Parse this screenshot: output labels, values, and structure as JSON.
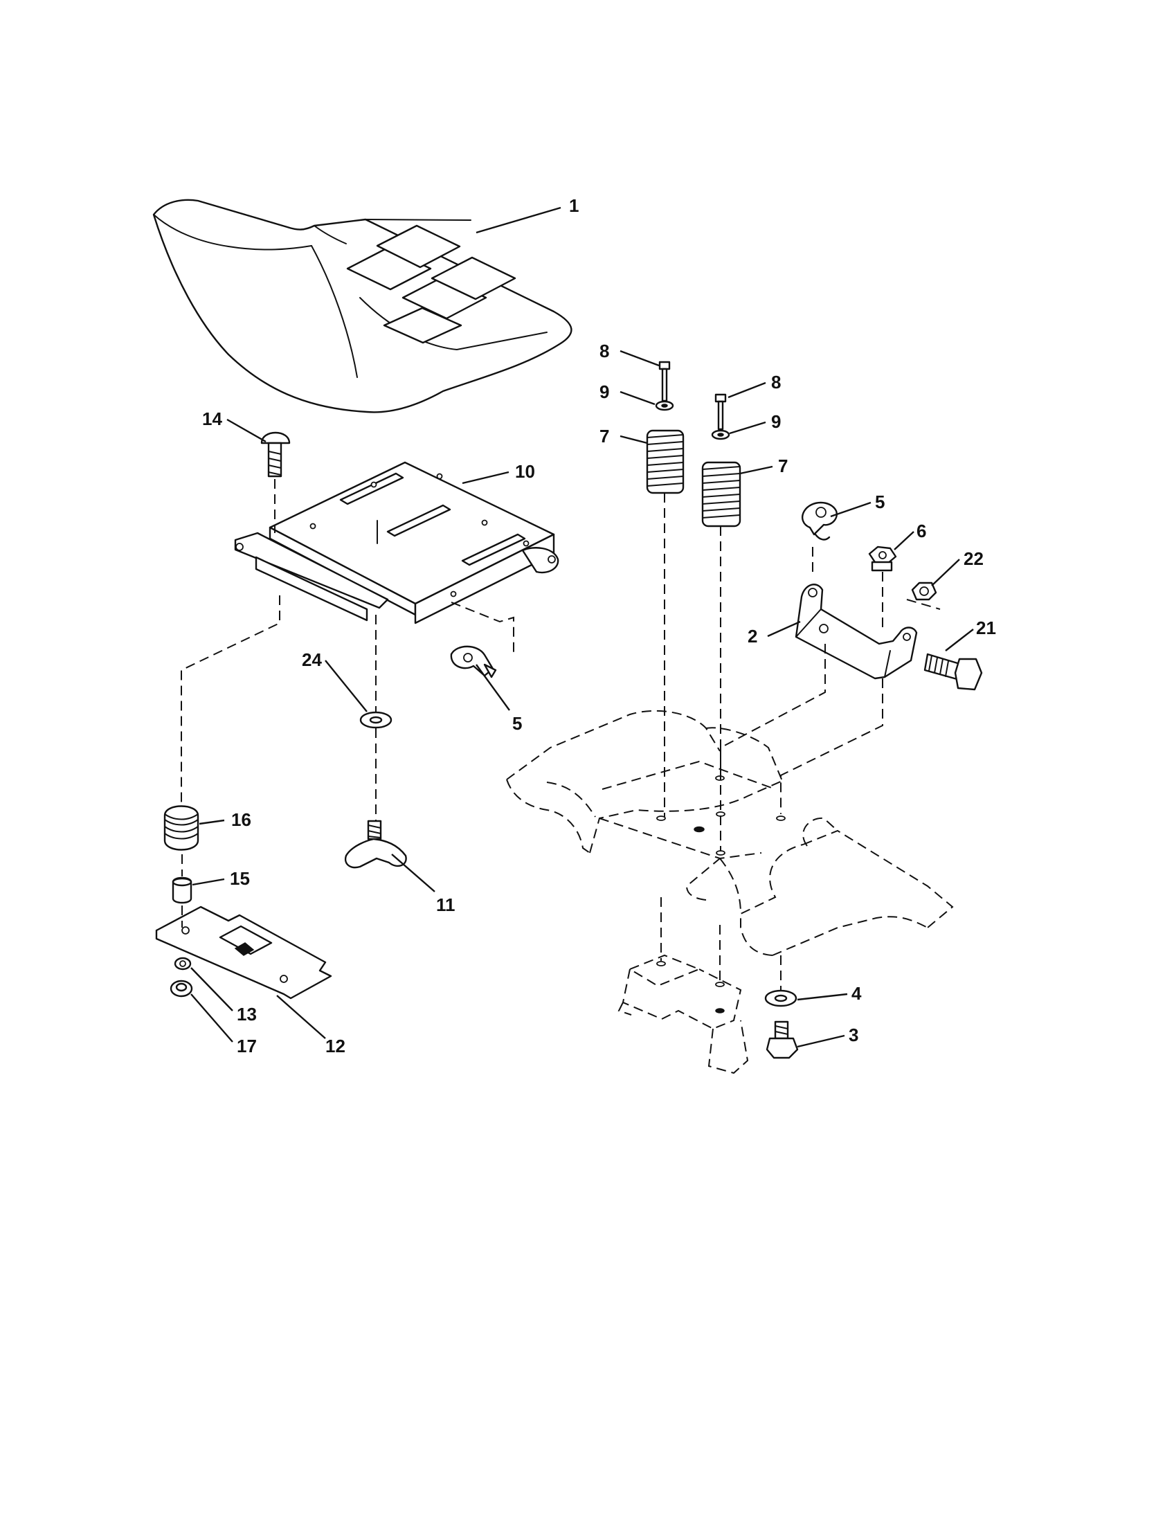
{
  "callouts": [
    {
      "id": "c1",
      "label": "1"
    },
    {
      "id": "c8a",
      "label": "8"
    },
    {
      "id": "c9a",
      "label": "9"
    },
    {
      "id": "c7a",
      "label": "7"
    },
    {
      "id": "c8b",
      "label": "8"
    },
    {
      "id": "c9b",
      "label": "9"
    },
    {
      "id": "c7b",
      "label": "7"
    },
    {
      "id": "c14",
      "label": "14"
    },
    {
      "id": "c10",
      "label": "10"
    },
    {
      "id": "c5a",
      "label": "5"
    },
    {
      "id": "c6",
      "label": "6"
    },
    {
      "id": "c22",
      "label": "22"
    },
    {
      "id": "c2",
      "label": "2"
    },
    {
      "id": "c21",
      "label": "21"
    },
    {
      "id": "c24",
      "label": "24"
    },
    {
      "id": "c5b",
      "label": "5"
    },
    {
      "id": "c16",
      "label": "16"
    },
    {
      "id": "c15",
      "label": "15"
    },
    {
      "id": "c11",
      "label": "11"
    },
    {
      "id": "c4",
      "label": "4"
    },
    {
      "id": "c3",
      "label": "3"
    },
    {
      "id": "c13",
      "label": "13"
    },
    {
      "id": "c17",
      "label": "17"
    },
    {
      "id": "c12",
      "label": "12"
    }
  ]
}
